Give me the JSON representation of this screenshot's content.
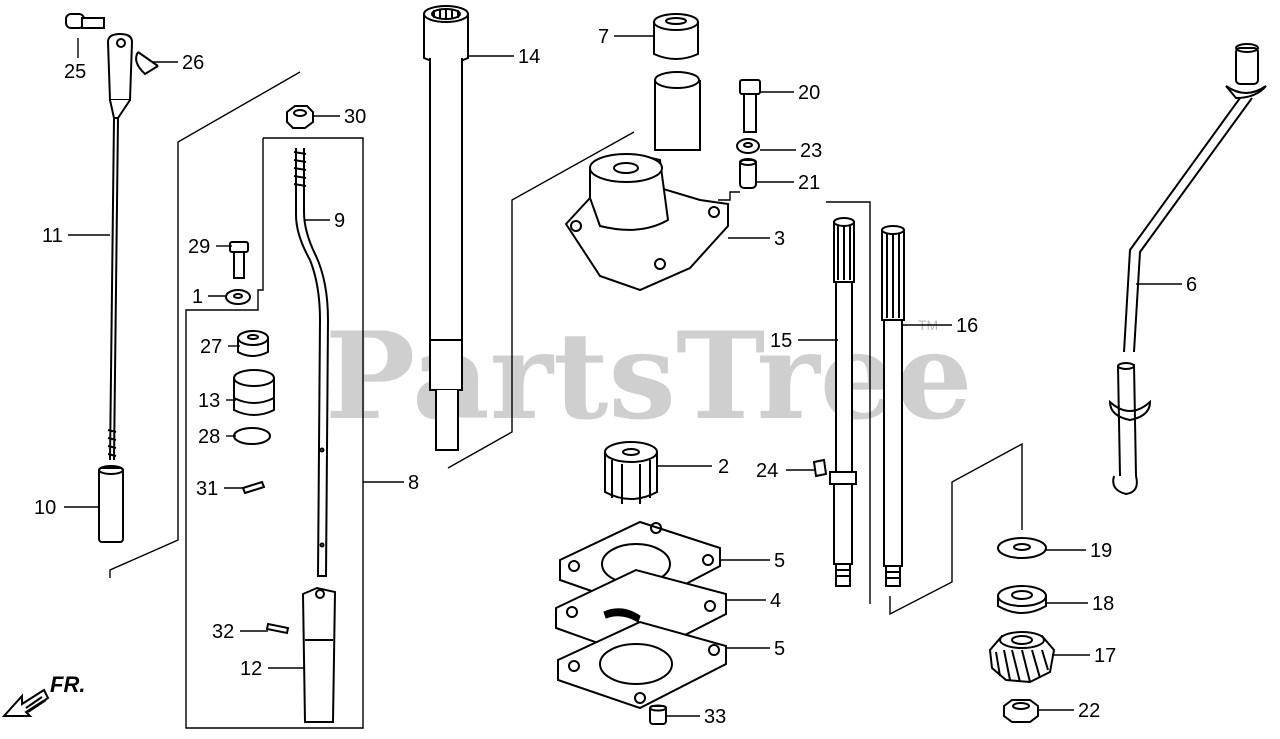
{
  "watermark": "PartsTree",
  "watermark_tm": "TM",
  "direction_label": "FR.",
  "callouts": [
    {
      "id": "25",
      "text": "25"
    },
    {
      "id": "26",
      "text": "26"
    },
    {
      "id": "30",
      "text": "30"
    },
    {
      "id": "11",
      "text": "11"
    },
    {
      "id": "9",
      "text": "9"
    },
    {
      "id": "29",
      "text": "29"
    },
    {
      "id": "1",
      "text": "1"
    },
    {
      "id": "27",
      "text": "27"
    },
    {
      "id": "13",
      "text": "13"
    },
    {
      "id": "28",
      "text": "28"
    },
    {
      "id": "31",
      "text": "31"
    },
    {
      "id": "8",
      "text": "8"
    },
    {
      "id": "10",
      "text": "10"
    },
    {
      "id": "32",
      "text": "32"
    },
    {
      "id": "12",
      "text": "12"
    },
    {
      "id": "14",
      "text": "14"
    },
    {
      "id": "7",
      "text": "7"
    },
    {
      "id": "20",
      "text": "20"
    },
    {
      "id": "23",
      "text": "23"
    },
    {
      "id": "21",
      "text": "21"
    },
    {
      "id": "3",
      "text": "3"
    },
    {
      "id": "2",
      "text": "2"
    },
    {
      "id": "5a",
      "text": "5"
    },
    {
      "id": "4",
      "text": "4"
    },
    {
      "id": "5b",
      "text": "5"
    },
    {
      "id": "33",
      "text": "33"
    },
    {
      "id": "15",
      "text": "15"
    },
    {
      "id": "16",
      "text": "16"
    },
    {
      "id": "24",
      "text": "24"
    },
    {
      "id": "6",
      "text": "6"
    },
    {
      "id": "19",
      "text": "19"
    },
    {
      "id": "18",
      "text": "18"
    },
    {
      "id": "17",
      "text": "17"
    },
    {
      "id": "22",
      "text": "22"
    }
  ]
}
